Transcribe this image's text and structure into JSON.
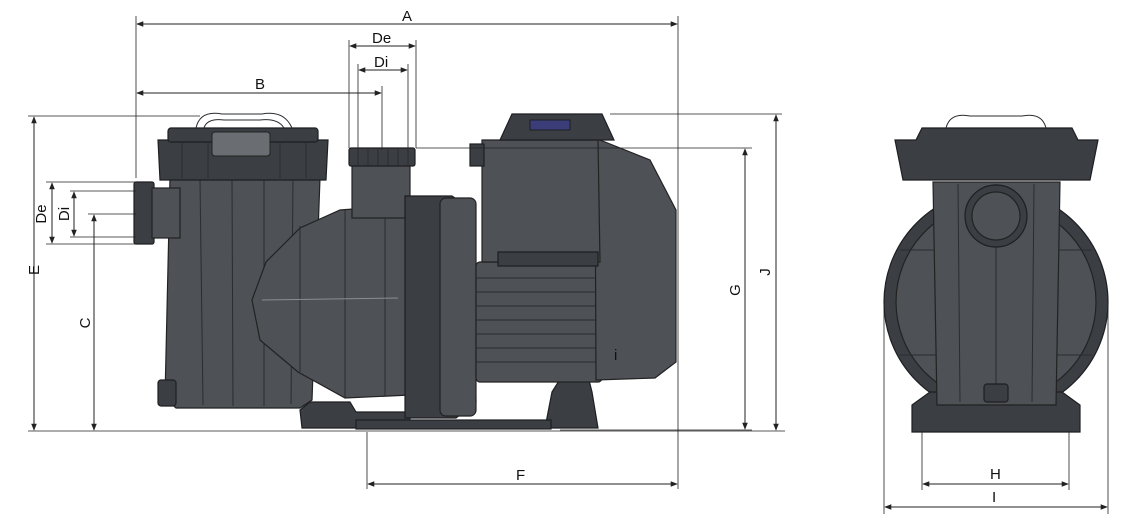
{
  "dimension_labels": {
    "A": "A",
    "B": "B",
    "C": "C",
    "De_top": "De",
    "Di_top": "Di",
    "De_side": "De",
    "Di_side": "Di",
    "E": "E",
    "F": "F",
    "G": "G",
    "J": "J",
    "H": "H",
    "I": "I"
  },
  "motor_marking": "i"
}
